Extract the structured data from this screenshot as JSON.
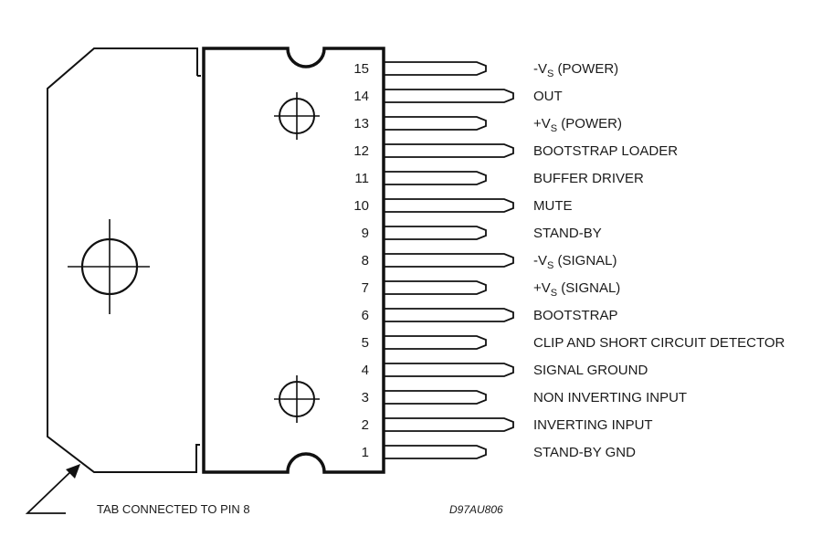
{
  "title": "Pin connection diagram",
  "pins": [
    {
      "number": "15",
      "label_prefix": "-V",
      "label_sub": "S",
      "label_suffix": " (POWER)",
      "lead": "short"
    },
    {
      "number": "14",
      "label_prefix": "OUT",
      "label_sub": "",
      "label_suffix": "",
      "lead": "long"
    },
    {
      "number": "13",
      "label_prefix": "+V",
      "label_sub": "S",
      "label_suffix": " (POWER)",
      "lead": "short"
    },
    {
      "number": "12",
      "label_prefix": "BOOTSTRAP LOADER",
      "label_sub": "",
      "label_suffix": "",
      "lead": "long"
    },
    {
      "number": "11",
      "label_prefix": "BUFFER DRIVER",
      "label_sub": "",
      "label_suffix": "",
      "lead": "short"
    },
    {
      "number": "10",
      "label_prefix": "MUTE",
      "label_sub": "",
      "label_suffix": "",
      "lead": "long"
    },
    {
      "number": "9",
      "label_prefix": "STAND-BY",
      "label_sub": "",
      "label_suffix": "",
      "lead": "short"
    },
    {
      "number": "8",
      "label_prefix": "-V",
      "label_sub": "S",
      "label_suffix": " (SIGNAL)",
      "lead": "long"
    },
    {
      "number": "7",
      "label_prefix": "+V",
      "label_sub": "S",
      "label_suffix": " (SIGNAL)",
      "lead": "short"
    },
    {
      "number": "6",
      "label_prefix": "BOOTSTRAP",
      "label_sub": "",
      "label_suffix": "",
      "lead": "long"
    },
    {
      "number": "5",
      "label_prefix": "CLIP AND SHORT CIRCUIT DETECTOR",
      "label_sub": "",
      "label_suffix": "",
      "lead": "short"
    },
    {
      "number": "4",
      "label_prefix": "SIGNAL GROUND",
      "label_sub": "",
      "label_suffix": "",
      "lead": "long"
    },
    {
      "number": "3",
      "label_prefix": "NON INVERTING INPUT",
      "label_sub": "",
      "label_suffix": "",
      "lead": "short"
    },
    {
      "number": "2",
      "label_prefix": "INVERTING INPUT",
      "label_sub": "",
      "label_suffix": "",
      "lead": "long"
    },
    {
      "number": "1",
      "label_prefix": "STAND-BY GND",
      "label_sub": "",
      "label_suffix": "",
      "lead": "short"
    }
  ],
  "tab_note": "TAB CONNECTED TO PIN 8",
  "drawing_code": "D97AU806",
  "colors": {
    "line": "#111111",
    "background": "#ffffff",
    "text": "#1a1a1a"
  }
}
